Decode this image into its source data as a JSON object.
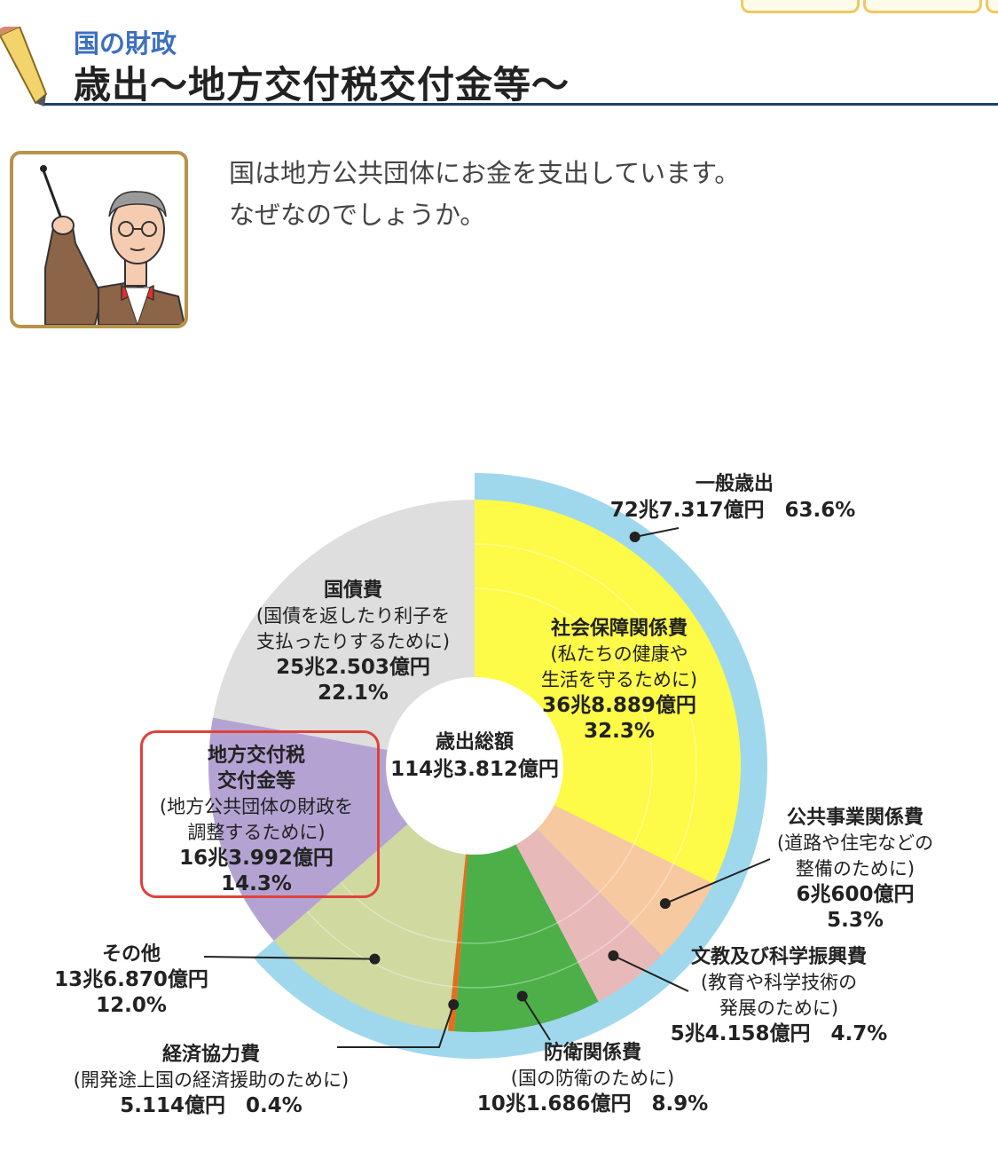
{
  "header": {
    "category": "国の財政",
    "title": "歳出〜地方交付税交付金等〜"
  },
  "intro": {
    "line1": "国は地方公共団体にお金を支出しています。",
    "line2": "なぜなのでしょうか。"
  },
  "colors": {
    "title_blue": "#3d6fc0",
    "rule": "#1d3d6a",
    "highlight": "#e0413a"
  },
  "chart_data": {
    "type": "pie",
    "style": "donut",
    "center_label": [
      "歳出総額",
      "114兆3.812億円"
    ],
    "outer_ring": [
      {
        "label": "一般歳出",
        "amount": "72兆7.317億円",
        "percent": 63.6,
        "color": "#9fd8ec"
      }
    ],
    "slices": [
      {
        "key": "shakai",
        "name": "社会保障関係費",
        "note": [
          "(私たちの健康や",
          "生活を守るために)"
        ],
        "amount": "36兆8.889億円",
        "percent": 32.3,
        "color": "#fdfa48"
      },
      {
        "key": "kokyo",
        "name": "公共事業関係費",
        "note": [
          "(道路や住宅などの",
          "整備のために)"
        ],
        "amount": "6兆600億円",
        "percent": 5.3,
        "color": "#f7c9a0"
      },
      {
        "key": "bunkyo",
        "name": "文教及び科学振興費",
        "note": [
          "(教育や科学技術の",
          "発展のために)"
        ],
        "amount": "5兆4.158億円",
        "percent": 4.7,
        "color": "#e8b9b9"
      },
      {
        "key": "boei",
        "name": "防衛関係費",
        "note": [
          "(国の防衛のために)"
        ],
        "amount": "10兆1.686億円",
        "percent": 8.9,
        "color": "#4caf48"
      },
      {
        "key": "keizai",
        "name": "経済協力費",
        "note": [
          "(開発途上国の経済援助のために)"
        ],
        "amount": "5.114億円",
        "percent": 0.4,
        "color": "#e07020"
      },
      {
        "key": "sonota",
        "name": "その他",
        "note": [],
        "amount": "13兆6.870億円",
        "percent": 12.0,
        "color": "#cfd9a0"
      },
      {
        "key": "chiho",
        "name": "地方交付税交付金等",
        "name_lines": [
          "地方交付税",
          "交付金等"
        ],
        "note": [
          "(地方公共団体の財政を",
          "調整するために)"
        ],
        "amount": "16兆3.992億円",
        "percent": 14.3,
        "color": "#b4a3d2"
      },
      {
        "key": "kokusai",
        "name": "国債費",
        "note": [
          "(国債を返したり利子を",
          "支払ったりするために)"
        ],
        "amount": "25兆2.503億円",
        "percent": 22.1,
        "color": "#dedede"
      }
    ]
  }
}
